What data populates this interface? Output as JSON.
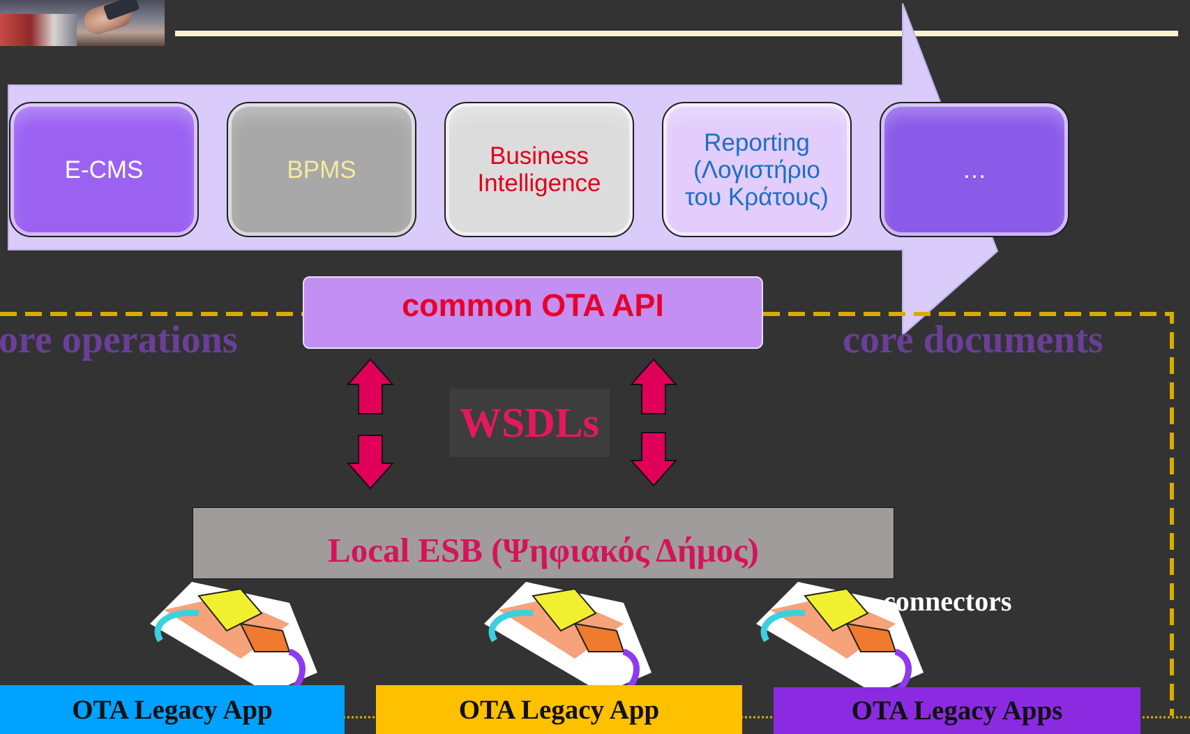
{
  "modules": [
    {
      "label": "E-CMS",
      "bg": "#9b62f2",
      "color": "#ffffff"
    },
    {
      "label": "BPMS",
      "bg": "#a8a8a8",
      "color": "#f4eaa0"
    },
    {
      "label": "Business Intelligence",
      "bg": "#dcdcdc",
      "color": "#e0001a"
    },
    {
      "label": "Reporting (Λογιστήριο του Κράτους)",
      "bg": "#e2cdfc",
      "color": "#1c6fc6"
    },
    {
      "label": "…",
      "bg": "#8a5ae8",
      "color": "#ffffff"
    }
  ],
  "api_label": "common OTA API",
  "core_left": "ore operations",
  "core_right": "core documents",
  "wsdl_label": "WSDLs",
  "esb_label": "Local ESB (Ψηφιακός Δήμος)",
  "connectors_label": "connectors",
  "apps": [
    {
      "label": "OTA Legacy App",
      "bg": "#00a2ff"
    },
    {
      "label": "OTA Legacy App",
      "bg": "#ffc000"
    },
    {
      "label": "OTA Legacy Apps",
      "bg": "#8a2be2"
    }
  ],
  "colors": {
    "background": "#333333",
    "arrow_fill": "#d9ccfb",
    "dashed_border": "#d9ac00",
    "arrow_accent": "#e0005a"
  },
  "icons": [
    "photo-thumbnail",
    "cable-connector-icon",
    "cable-connector-icon",
    "cable-connector-icon"
  ]
}
